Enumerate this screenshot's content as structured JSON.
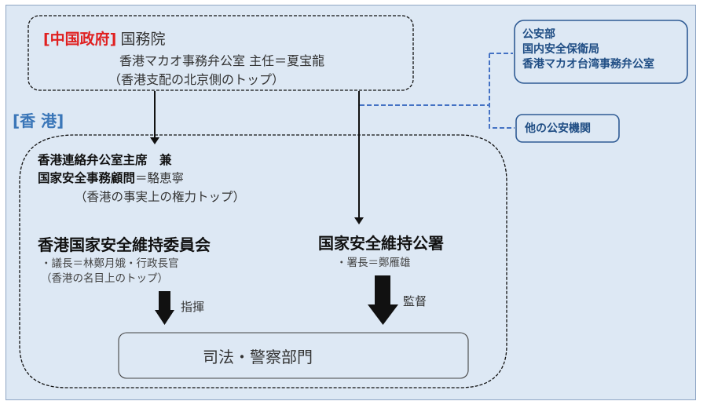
{
  "diagram": {
    "china_gov": {
      "tag": "[中国政府]",
      "name": "国務院",
      "office_line": "香港マカオ事務弁公室 主任＝夏宝龍",
      "note": "（香港支配の北京側のトップ）"
    },
    "security_agencies": {
      "lines": [
        "公安部",
        "国内安全保衛局",
        "香港マカオ台湾事務弁公室"
      ]
    },
    "other_agencies": {
      "label": "他の公安機関"
    },
    "hong_kong": {
      "tag": "[香 港]",
      "liaison": {
        "line1": "香港連絡弁公室主席　兼",
        "line2_bold": "国家安全事務顧問",
        "line2_rest": "＝駱恵寧",
        "note": "（香港の事実上の権力トップ）"
      },
      "committee": {
        "title": "香港国家安全維持委員会",
        "chair": "・議長＝林鄭月娥・行政長官",
        "note": "（香港の名目上のトップ）",
        "arrow_label": "指揮"
      },
      "office": {
        "title": "国家安全維持公署",
        "head": "・署長＝鄭雁雄",
        "arrow_label": "監督"
      },
      "judicial": {
        "label": "司法・警察部門"
      }
    },
    "colors": {
      "background": "#dde8f4",
      "china_tag": "#e02020",
      "hk_tag": "#3a76b8",
      "security_link": "#4472c4",
      "security_text": "#1f4d84"
    }
  }
}
